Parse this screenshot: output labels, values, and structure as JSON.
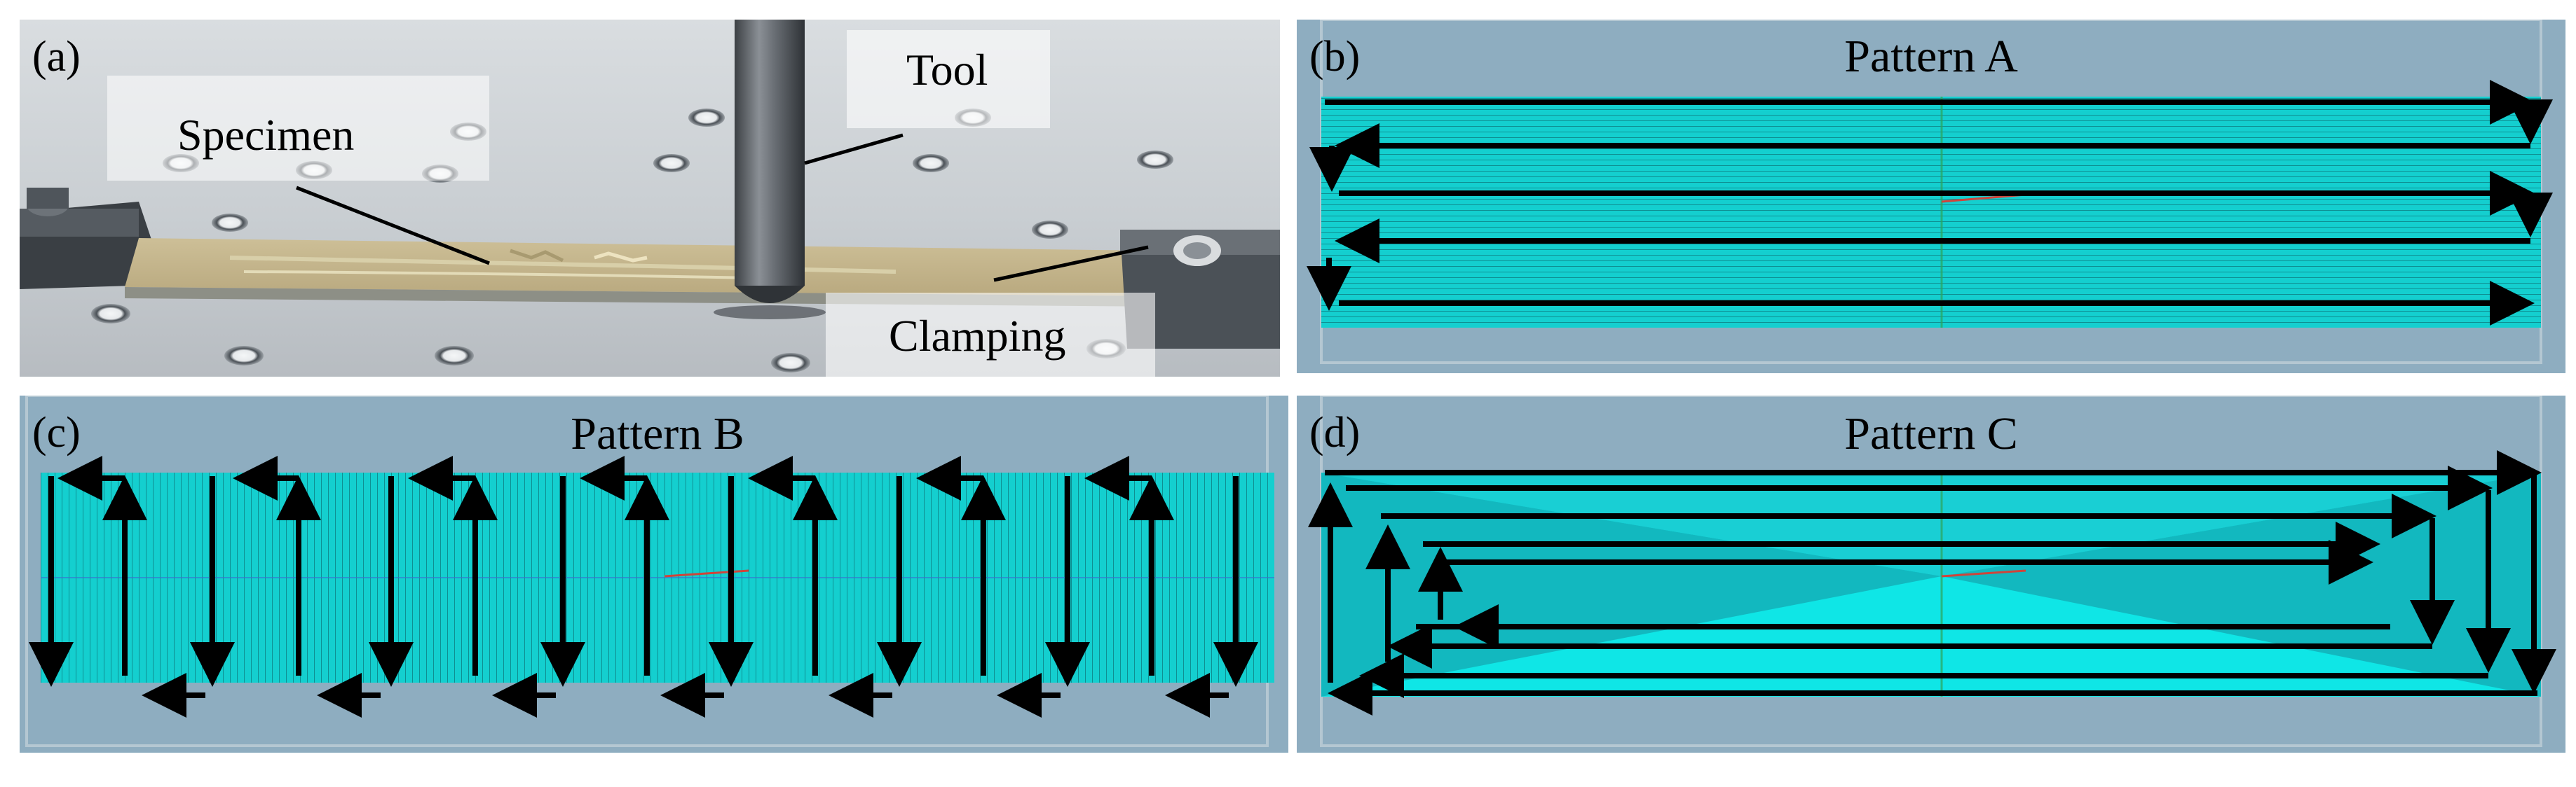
{
  "panels": {
    "a": {
      "label": "(a)",
      "callouts": {
        "specimen": "Specimen",
        "tool": "Tool",
        "clamping": "Clamping"
      }
    },
    "b": {
      "label": "(b)",
      "title": "Pattern A"
    },
    "c": {
      "label": "(c)",
      "title": "Pattern B"
    },
    "d": {
      "label": "(d)",
      "title": "Pattern C"
    }
  },
  "colors": {
    "toolpath_cyan": "#19d6d6",
    "frame_gray_blue": "#8eadc0",
    "arrow": "#000000"
  }
}
